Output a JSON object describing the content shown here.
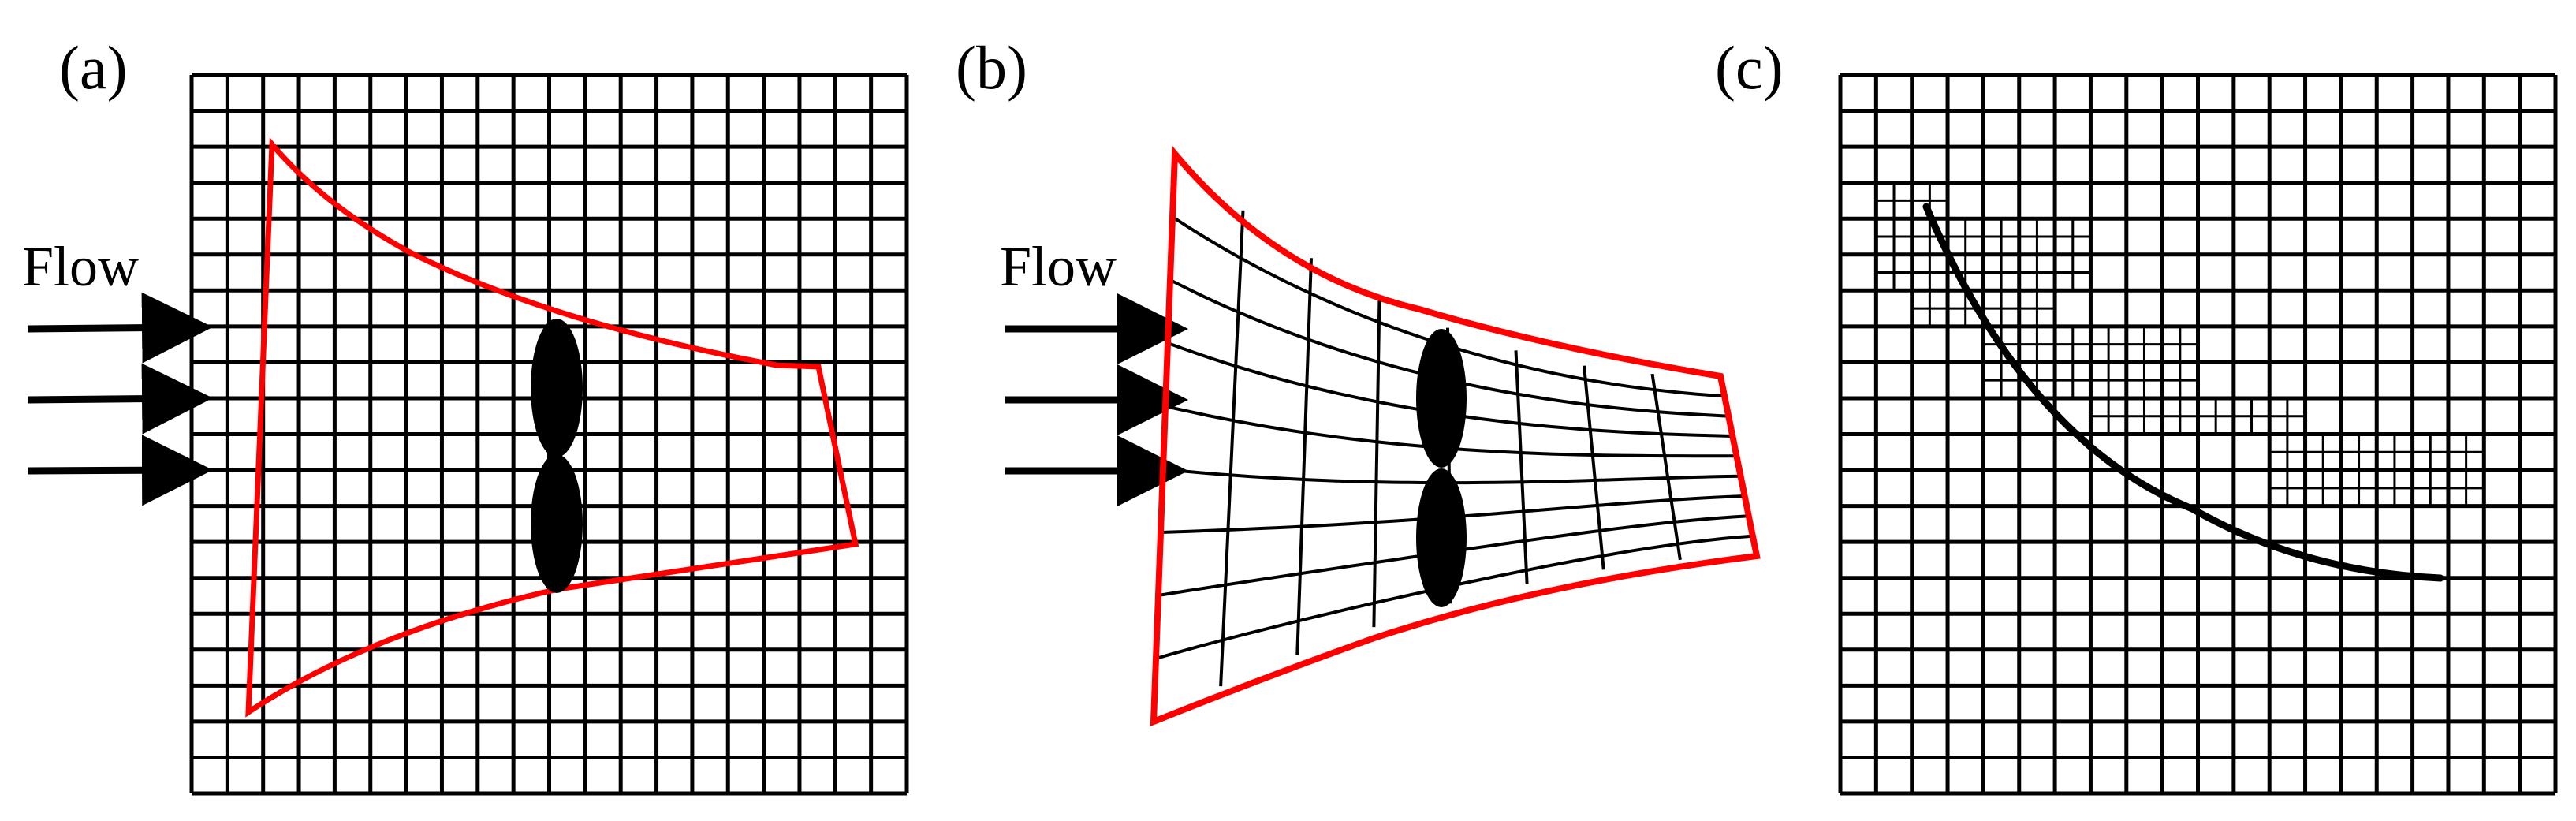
{
  "panels": [
    {
      "label": "(a)",
      "flow_label": "Flow"
    },
    {
      "label": "(b)",
      "flow_label": "Flow"
    },
    {
      "label": "(c)"
    }
  ],
  "colors": {
    "grid": "#000000",
    "boundary": "#ff0000",
    "body": "#000000",
    "arrow": "#000000"
  },
  "shapes": {
    "grid_a": "uniform cartesian background grid",
    "grid_b": "curvilinear body-fitted grid",
    "grid_c": "cartesian grid with local refinement along a curve"
  }
}
